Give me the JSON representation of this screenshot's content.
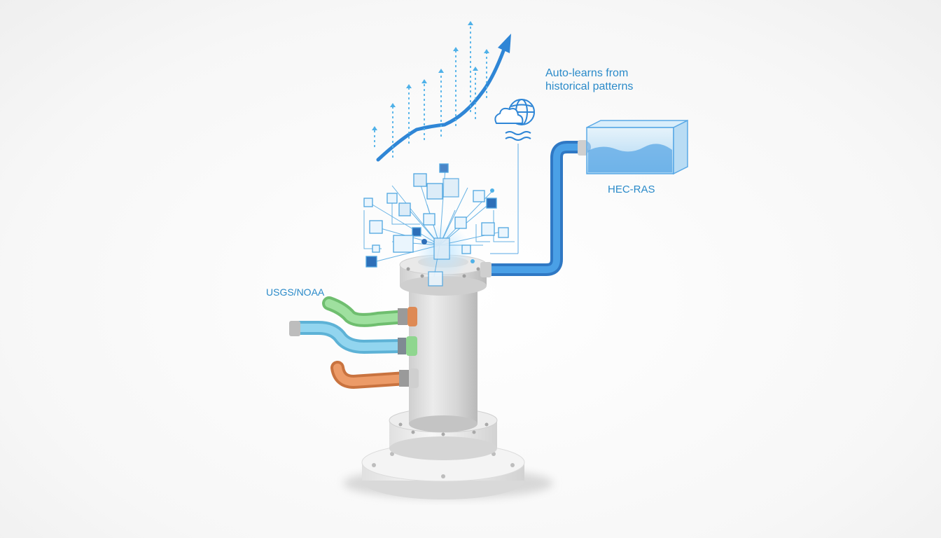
{
  "labels": {
    "learns_line1": "Auto-learns from",
    "learns_line2": "historical patterns",
    "hec_ras": "HEC-RAS",
    "usgs_noaa": "USGS/NOAA"
  },
  "colors": {
    "accent_blue": "#2f86d6",
    "label_blue": "#2a8ac9",
    "pipe_green": "#8fd68f",
    "pipe_cyan": "#7cc6e6",
    "pipe_orange": "#e0915e",
    "pipe_blue": "#3a8fd9",
    "column_gray": "#d9d9d9"
  },
  "icons": [
    "trend-arrow-icon",
    "cloud-globe-icon",
    "water-waves-icon"
  ]
}
